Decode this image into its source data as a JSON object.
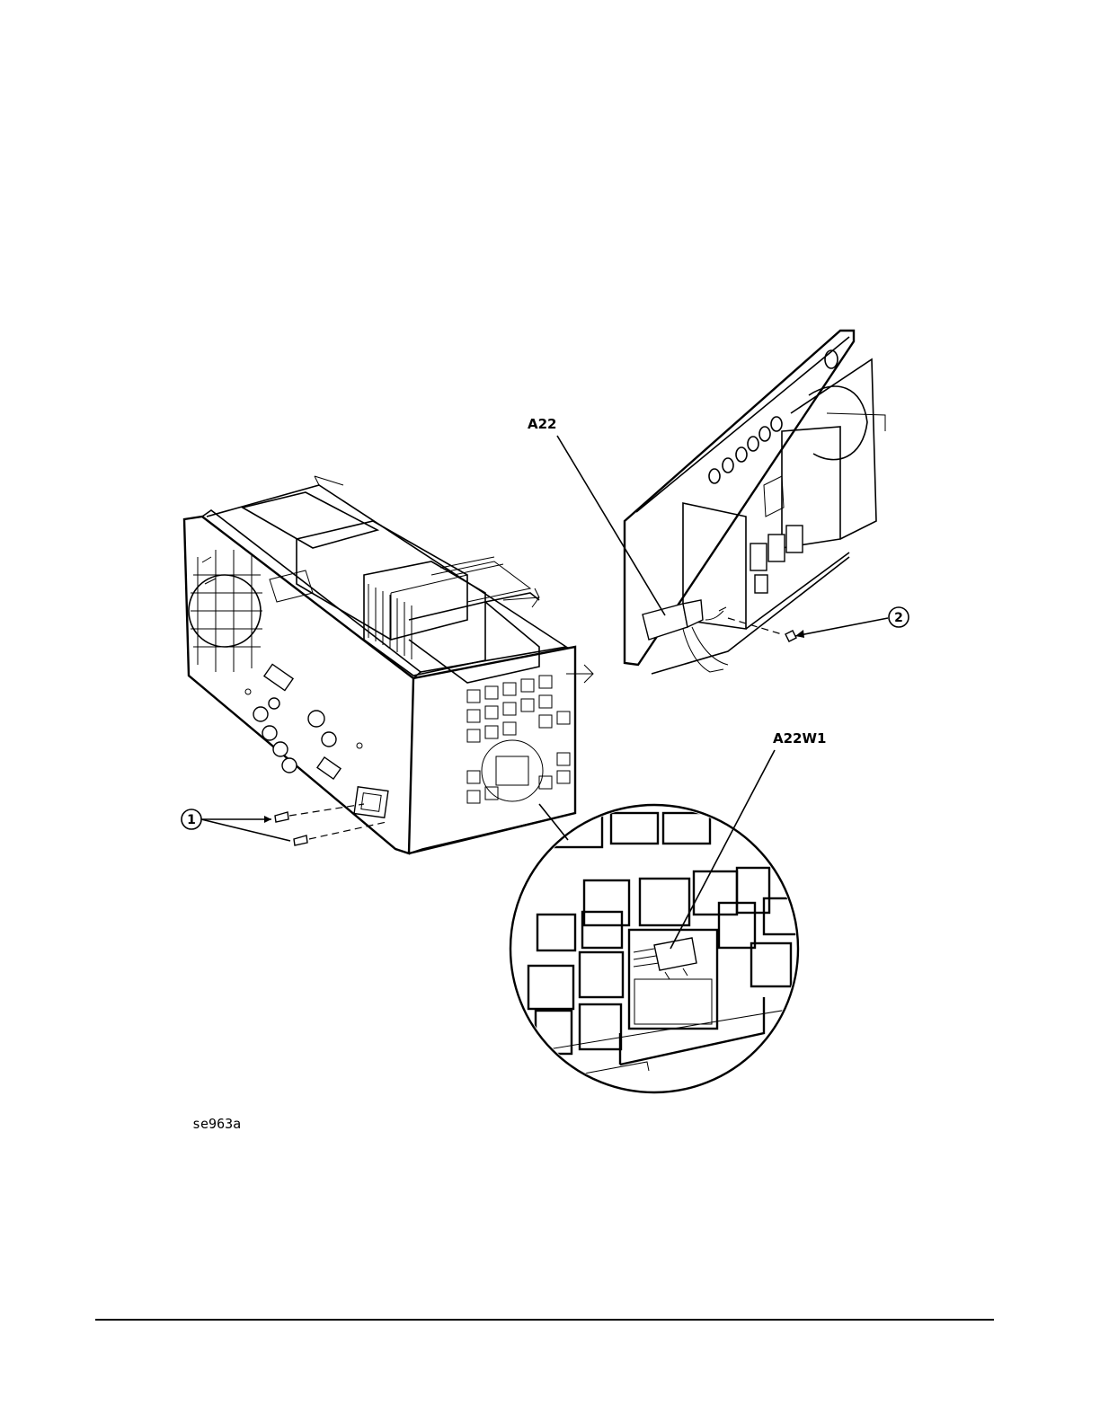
{
  "labels": {
    "a22": "A22",
    "a22w1": "A22W1",
    "callout_1": "1",
    "callout_2": "2",
    "figure_id": "se963a"
  }
}
